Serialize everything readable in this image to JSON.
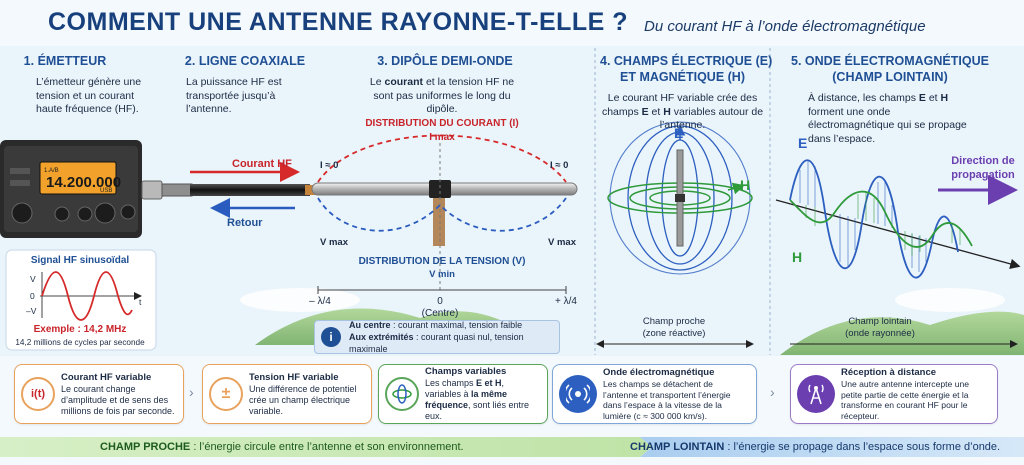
{
  "title": "COMMENT UNE ANTENNE RAYONNE-T-ELLE ?",
  "subtitle": "Du courant HF à l’onde électromagnétique",
  "sections": [
    {
      "title": "1. ÉMETTEUR",
      "desc": "L’émetteur génère une tension et un courant haute fréquence (HF)."
    },
    {
      "title": "2. LIGNE COAXIALE",
      "desc": "La puissance HF est transportée jusqu’à l’antenne."
    },
    {
      "title": "3. DIPÔLE DEMI-ONDE",
      "desc_pre": "Le ",
      "desc_b1": "courant",
      "desc_mid": " et la tension HF ne sont pas uniformes le long du dipôle."
    },
    {
      "title_l1": "4. CHAMPS ÉLECTRIQUE (E)",
      "title_l2": "ET MAGNÉTIQUE (H)",
      "desc_pre": "Le courant HF variable crée des champs ",
      "desc_b1": "E",
      "desc_mid": " et ",
      "desc_b2": "H",
      "desc_post": " variables autour de l’antenne."
    },
    {
      "title_l1": "5. ONDE ÉLECTROMAGNÉTIQUE",
      "title_l2": "(CHAMP LOINTAIN)",
      "desc_pre": "À distance, les champs ",
      "desc_b1": "E",
      "desc_mid": " et ",
      "desc_b2": "H",
      "desc_post": " forment une onde électromagnétique qui se propage dans l’espace."
    }
  ],
  "radio": {
    "frequency": "14.200.000",
    "mode": "USB",
    "small": "1.A/B"
  },
  "coax": {
    "forward_label": "Courant HF",
    "return_label": "Retour"
  },
  "dipole": {
    "current_title": "DISTRIBUTION DU COURANT (I)",
    "i_max": "I max",
    "i_zero_left": "I ≈ 0",
    "i_zero_right": "I ≈ 0",
    "v_max_left": "V max",
    "v_max_right": "V max",
    "voltage_title": "DISTRIBUTION DE LA TENSION (V)",
    "v_min": "V min",
    "axis_left": "– λ/4",
    "axis_center": "0",
    "axis_center_note": "(Centre)",
    "axis_right": "+ λ/4"
  },
  "signal": {
    "title": "Signal HF sinusoïdal",
    "v_plus": "V",
    "zero": "0",
    "v_minus": "–V",
    "t": "t",
    "example": "Exemple : 14,2 MHz",
    "example_note": "14,2 millions de cycles par seconde"
  },
  "info_box": {
    "line1_b": "Au centre",
    "line1": " : courant maximal, tension faible",
    "line2_b": "Aux extrémités",
    "line2": " : courant quasi nul, tension maximale"
  },
  "fields": {
    "e_label": "E",
    "h_label": "H"
  },
  "wave": {
    "e_label": "E",
    "h_label": "H",
    "direction_l1": "Direction de",
    "direction_l2": "propagation"
  },
  "zones": {
    "near_l1": "Champ proche",
    "near_l2": "(zone réactive)",
    "far_l1": "Champ lointain",
    "far_l2": "(onde rayonnée)"
  },
  "cards": [
    {
      "icon": "i(t)",
      "title": "Courant HF variable",
      "text": "Le courant change d’amplitude et de sens des millions de fois par seconde."
    },
    {
      "icon": "±",
      "title": "Tension HF variable",
      "text": "Une différence de potentiel crée un champ électrique variable."
    },
    {
      "icon": "",
      "title": "Champs variables",
      "text_pre": "Les champs ",
      "text_b1": "E et H",
      "text_mid": ", variables à ",
      "text_b2": "la même fréquence",
      "text_post": ", sont liés entre eux."
    },
    {
      "icon": "",
      "title": "Onde électromagnétique",
      "text": "Les champs se détachent de l’antenne et transportent l’énergie dans l’espace à la vitesse de la lumière (c ≈ 300 000 km/s)."
    },
    {
      "icon": "",
      "title": "Réception à distance",
      "text": "Une autre antenne intercepte une petite partie de cette énergie et la transforme en courant HF pour le récepteur."
    }
  ],
  "bands": {
    "near_b": "CHAMP PROCHE",
    "near": " : l’énergie circule entre l’antenne et son environnement.",
    "far_b": "CHAMP LOINTAIN",
    "far": " : l’énergie se propage dans l’espace sous forme d’onde."
  },
  "colors": {
    "title": "#17407c",
    "section": "#1f4f94",
    "current": "#d62a2a",
    "voltage": "#2a5cc0",
    "e_field": "#2c5fbf",
    "h_field": "#2e9a3a",
    "orange": "#e8a25d",
    "purple": "#6b3fb0"
  }
}
